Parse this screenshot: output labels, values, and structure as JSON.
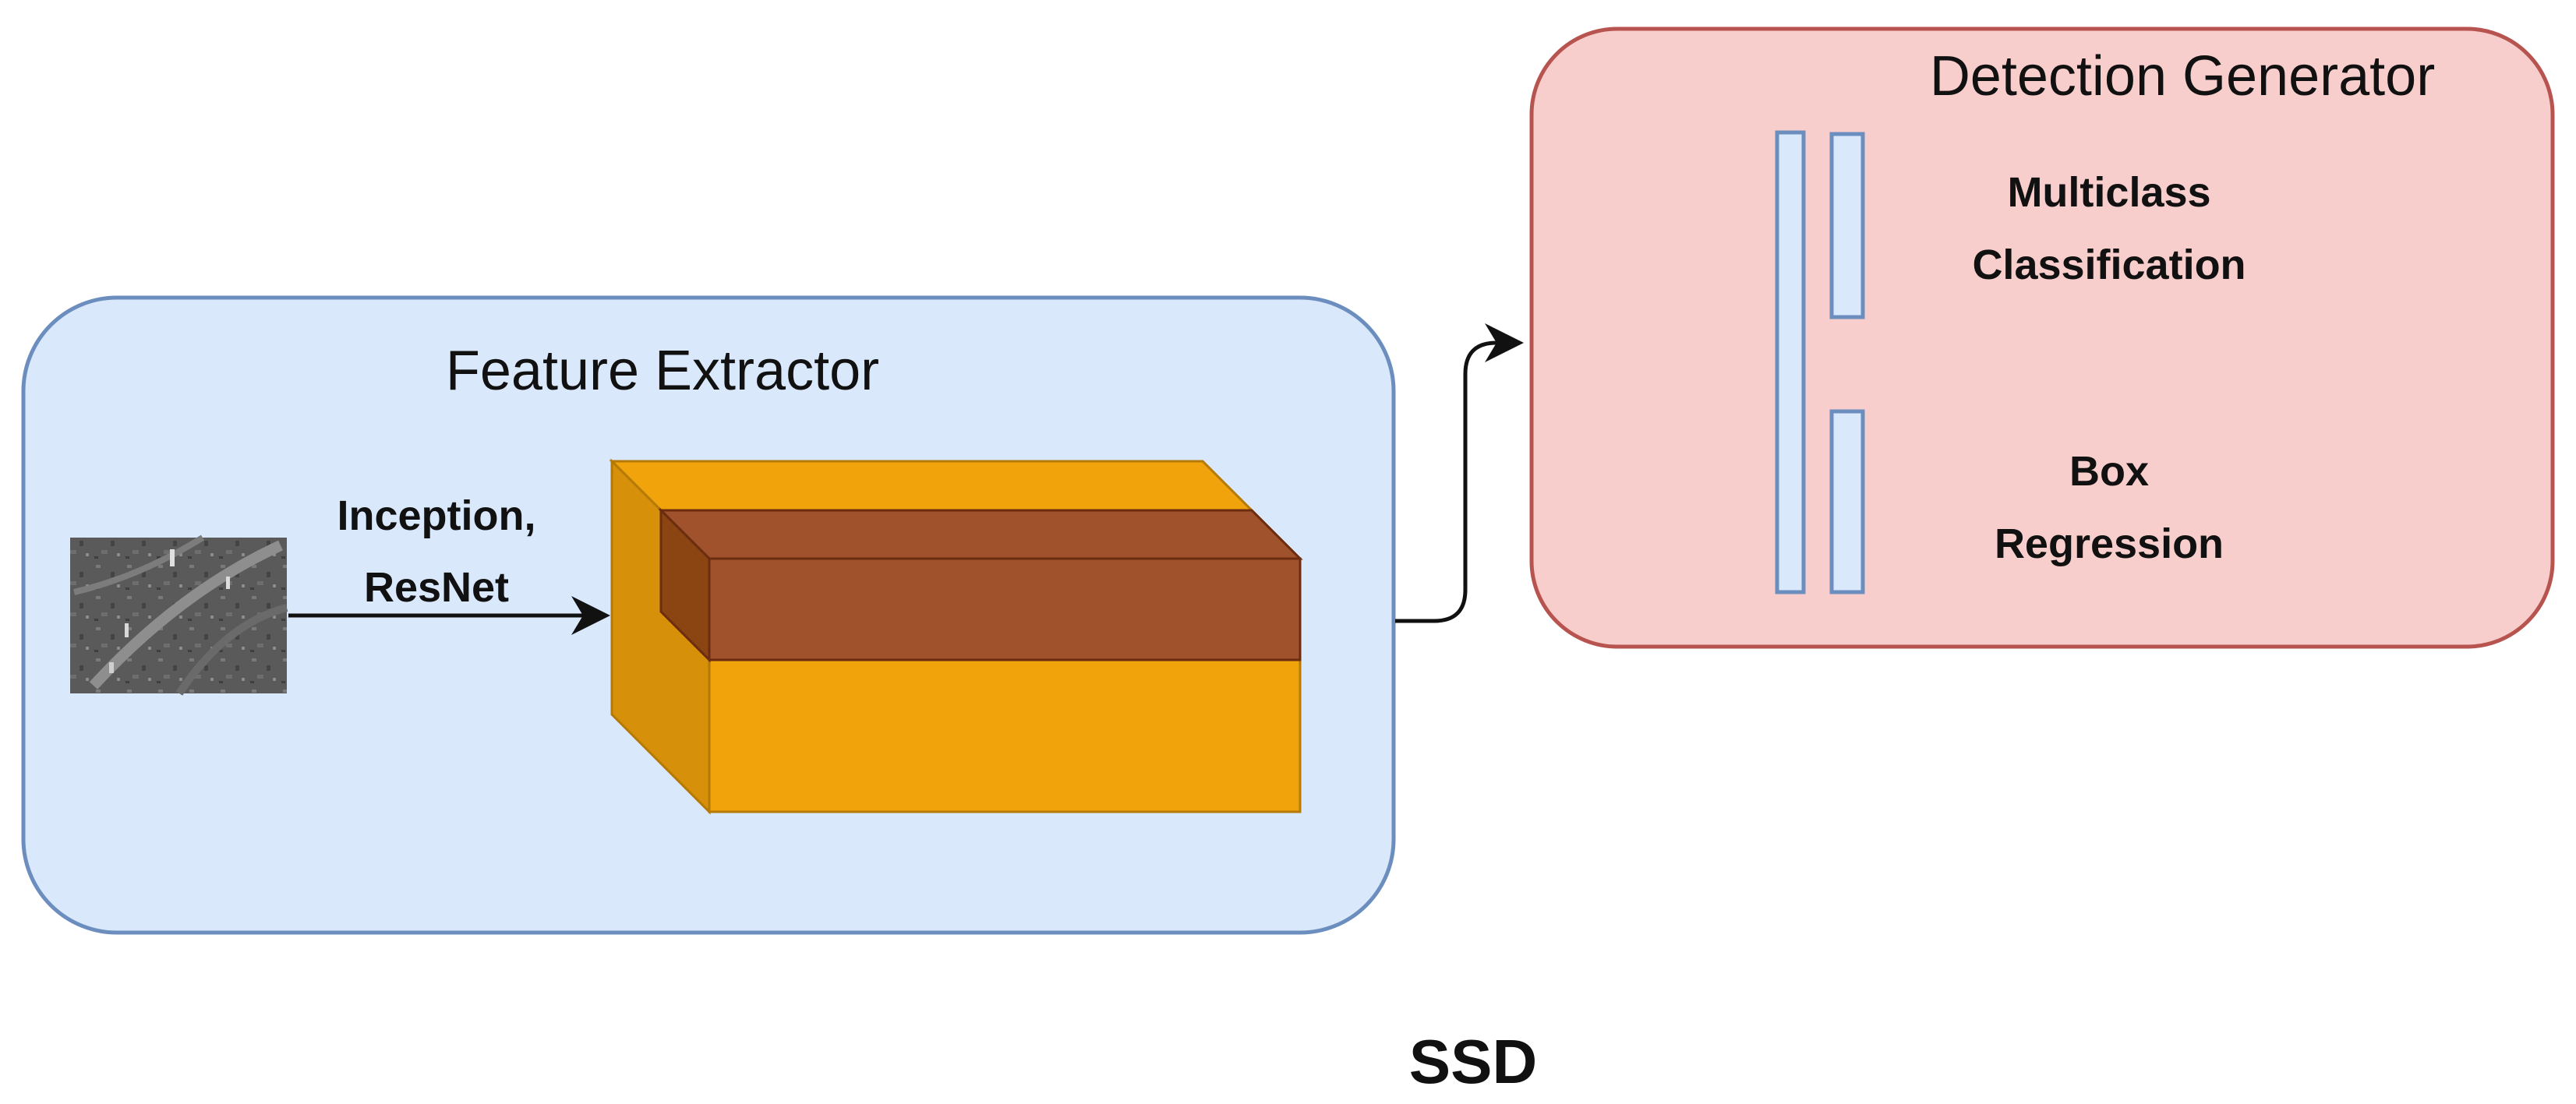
{
  "feature_extractor": {
    "title": "Feature Extractor",
    "arrow_label_line1": "Inception,",
    "arrow_label_line2": "ResNet"
  },
  "detection_generator": {
    "title": "Detection Generator",
    "classification_line1": "Multiclass",
    "classification_line2": "Classification",
    "regression_line1": "Box",
    "regression_line2": "Regression"
  },
  "caption": "SSD",
  "colors": {
    "extractor_fill": "#dae8fc",
    "extractor_stroke": "#6c8ebf",
    "generator_fill": "#f8cecc",
    "generator_stroke": "#b85450",
    "block_orange": "#f0a30a",
    "block_orange_dark": "#d6900a",
    "block_brown": "#a0522d",
    "layer_fill": "#dae8fc",
    "layer_stroke": "#6c8ebf"
  },
  "icons": {
    "input_image": "grayscale-aerial-image-thumbnail"
  }
}
